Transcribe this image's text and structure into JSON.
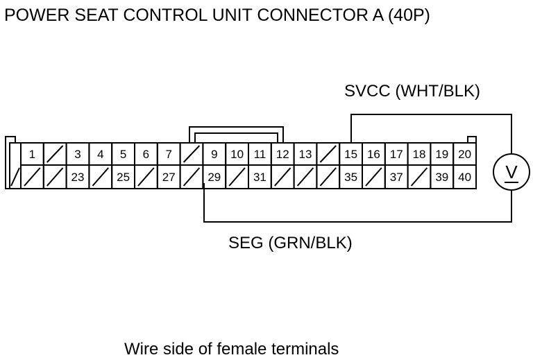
{
  "title": "POWER SEAT CONTROL UNIT CONNECTOR A (40P)",
  "footer": "Wire side of female terminals",
  "connector": {
    "top_row": [
      "1",
      "",
      "3",
      "4",
      "5",
      "6",
      "7",
      "",
      "9",
      "10",
      "11",
      "12",
      "13",
      "",
      "15",
      "16",
      "17",
      "18",
      "19",
      "20"
    ],
    "bottom_row": [
      "",
      "",
      "23",
      "",
      "25",
      "",
      "27",
      "",
      "29",
      "",
      "31",
      "",
      "",
      "",
      "35",
      "",
      "37",
      "",
      "39",
      "40"
    ]
  },
  "wires": {
    "svcc_label": "SVCC (WHT/BLK)",
    "seg_label": "SEG (GRN/BLK)"
  },
  "meter": {
    "symbol": "V"
  }
}
